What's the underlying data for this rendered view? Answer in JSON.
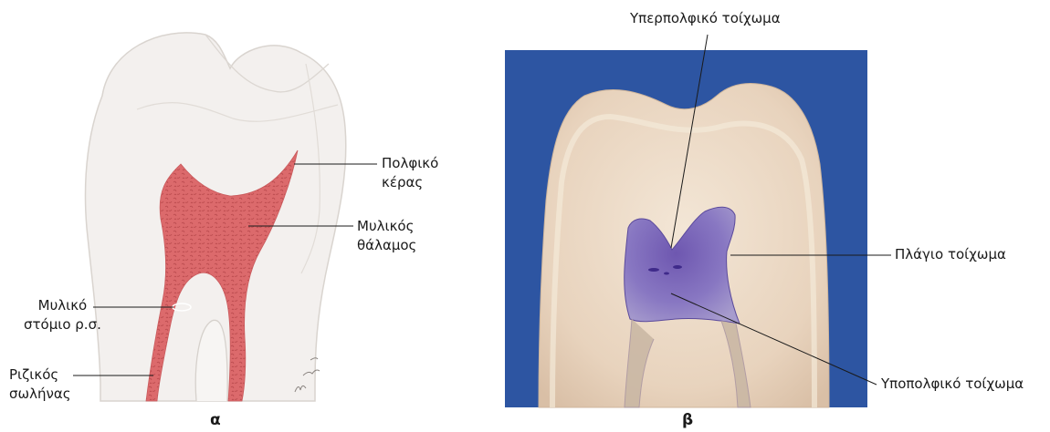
{
  "panel_a": {
    "caption": "α",
    "labels": {
      "pulp_horn_1": "Πολφικό",
      "pulp_horn_2": "κέρας",
      "pulp_chamber_1": "Μυλικός",
      "pulp_chamber_2": "θάλαμος",
      "orifice_1": "Μυλικό",
      "orifice_2": "στόμιο ρ.σ.",
      "canal_1": "Ριζικός",
      "canal_2": "σωλήνας"
    },
    "colors": {
      "pulp": "#d9686a",
      "tooth": "#f2efed",
      "outline": "#d8d4d0"
    }
  },
  "panel_b": {
    "caption": "β",
    "labels": {
      "roof": "Υπερπολφικό τοίχωμα",
      "lateral": "Πλάγιο τοίχωμα",
      "floor": "Υποπολφικό τοίχωμα"
    },
    "colors": {
      "background": "#2d55a2",
      "dentin": "#ead9c4",
      "dye": "#7460b6"
    }
  }
}
